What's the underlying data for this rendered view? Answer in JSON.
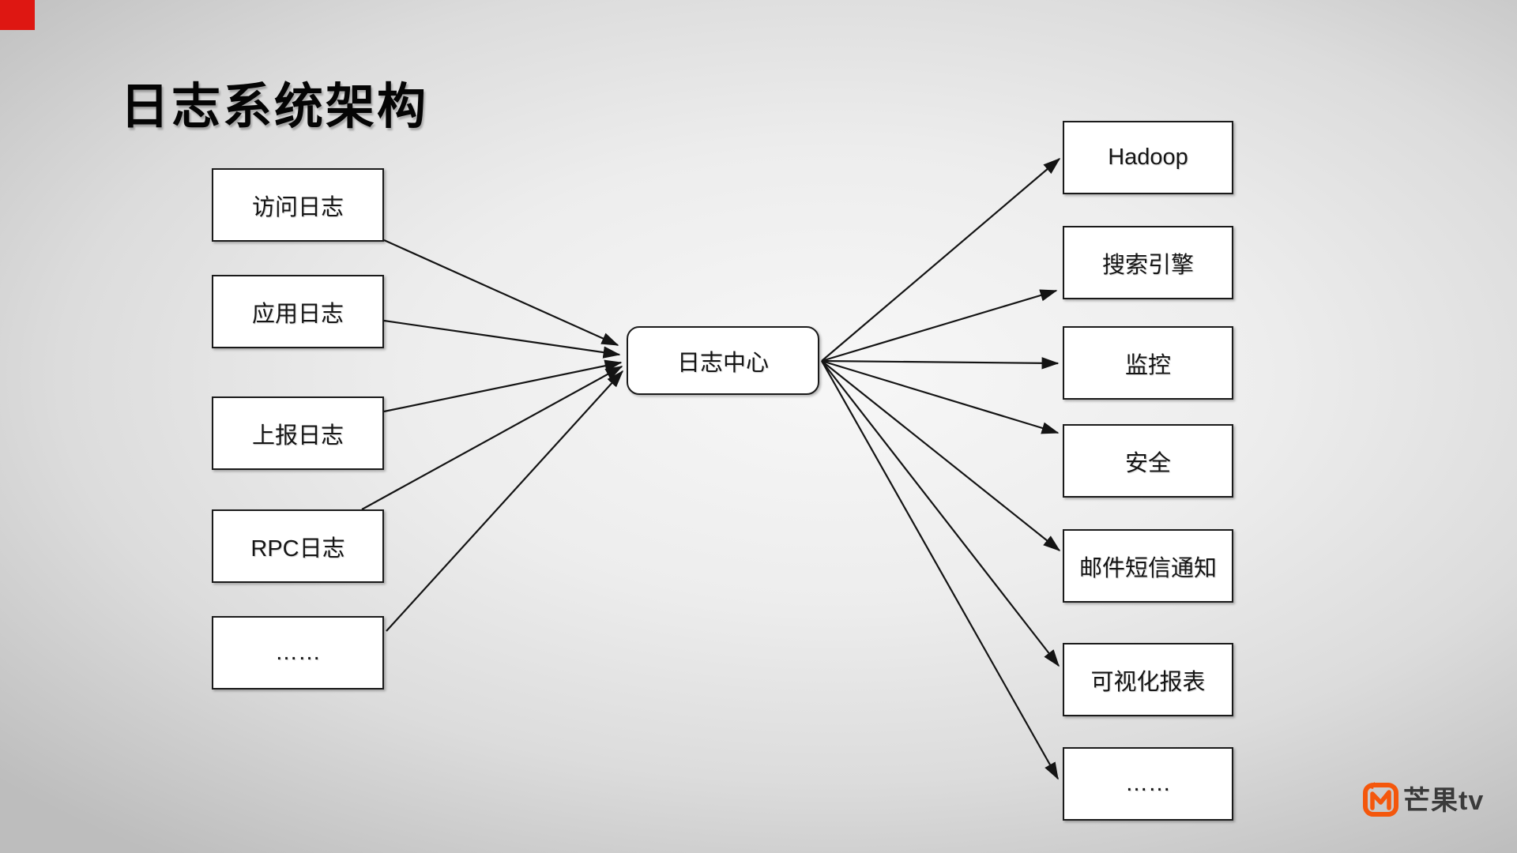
{
  "slide": {
    "title": "日志系统架构",
    "corner_accent_color": "#de1712",
    "background_base_color": "#d9d9d9"
  },
  "diagram": {
    "hub": {
      "label": "日志中心"
    },
    "sources": [
      {
        "label": "访问日志"
      },
      {
        "label": "应用日志"
      },
      {
        "label": "上报日志"
      },
      {
        "label": "RPC日志"
      },
      {
        "label": "……"
      }
    ],
    "targets": [
      {
        "label": "Hadoop"
      },
      {
        "label": "搜索引擎"
      },
      {
        "label": "监控"
      },
      {
        "label": "安全"
      },
      {
        "label": "邮件短信通知"
      },
      {
        "label": "可视化报表"
      },
      {
        "label": "……"
      }
    ],
    "edges": [
      {
        "from": "访问日志",
        "to": "日志中心"
      },
      {
        "from": "应用日志",
        "to": "日志中心"
      },
      {
        "from": "上报日志",
        "to": "日志中心"
      },
      {
        "from": "RPC日志",
        "to": "日志中心"
      },
      {
        "from": "……",
        "to": "日志中心"
      },
      {
        "from": "日志中心",
        "to": "Hadoop"
      },
      {
        "from": "日志中心",
        "to": "搜索引擎"
      },
      {
        "from": "日志中心",
        "to": "监控"
      },
      {
        "from": "日志中心",
        "to": "安全"
      },
      {
        "from": "日志中心",
        "to": "邮件短信通知"
      },
      {
        "from": "日志中心",
        "to": "可视化报表"
      },
      {
        "from": "日志中心",
        "to": "……"
      }
    ],
    "line_color": "#141414",
    "node_border_color": "#1a1a1a",
    "node_fill_color": "#ffffff"
  },
  "branding": {
    "logo_text": "芒果tv",
    "logo_icon": "mgtv-logo-icon",
    "logo_orange": "#f4570c",
    "logo_text_color": "#3a3a3a"
  }
}
